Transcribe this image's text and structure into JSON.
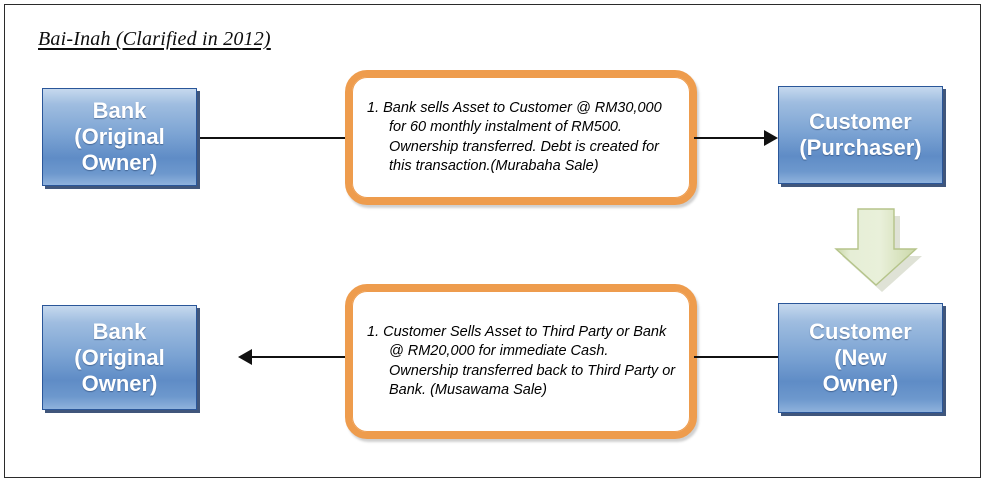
{
  "diagram": {
    "title": "Bai-Inah (Clarified in 2012)",
    "nodes": {
      "bank_top": {
        "line1": "Bank",
        "line2": "(Original",
        "line3": "Owner)"
      },
      "customer_top": {
        "line1": "Customer",
        "line2": "(Purchaser)"
      },
      "bank_bottom": {
        "line1": "Bank",
        "line2": "(Original",
        "line3": "Owner)"
      },
      "customer_bottom": {
        "line1": "Customer",
        "line2": "(New",
        "line3": "Owner)"
      }
    },
    "callouts": [
      {
        "id": "step-1-murabaha",
        "text": "1. Bank sells Asset to Customer @ RM30,000 for 60 monthly instalment of RM500.  Ownership transferred. Debt is created for this transaction.(Murabaha Sale)"
      },
      {
        "id": "step-2-musawama",
        "text": "1. Customer Sells Asset to Third Party or Bank @ RM20,000  for immediate Cash. Ownership transferred back to Third Party or Bank. (Musawama Sale)"
      }
    ],
    "connectors": [
      {
        "id": "bank-to-callout-1",
        "arrowhead": "none"
      },
      {
        "id": "callout-1-to-customer",
        "arrowhead": "right"
      },
      {
        "id": "customer-new-owner-to-callout-2",
        "arrowhead": "none"
      },
      {
        "id": "callout-2-to-bank",
        "arrowhead": "left"
      },
      {
        "id": "customer-purchaser-to-customer-new-owner",
        "arrowhead": "down-block"
      }
    ],
    "colors": {
      "box_fill_top": "#c6d9ee",
      "box_fill_bottom": "#5f8cc6",
      "box_border": "#2a5699",
      "callout_border": "#ee9c4d",
      "green_arrow_fill": "#dfe8c8",
      "green_arrow_border": "#b5c48a",
      "line": "#111111",
      "frame": "#2b2b2b"
    }
  }
}
